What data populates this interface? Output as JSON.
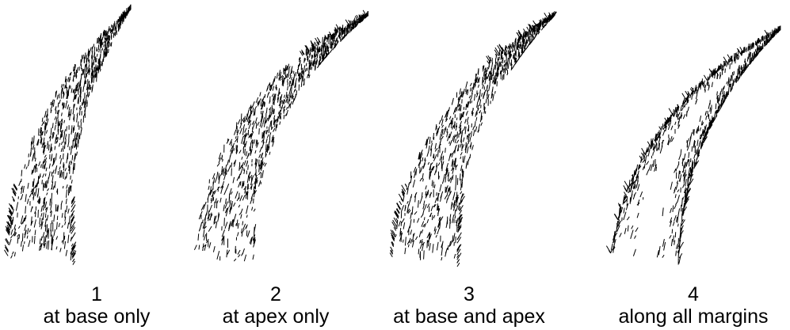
{
  "items": [
    {
      "number": "1",
      "label": "at base only"
    },
    {
      "number": "2",
      "label": "at apex only"
    },
    {
      "number": "3",
      "label": "at base and apex"
    },
    {
      "number": "4",
      "label": "along all margins"
    }
  ],
  "colors": {
    "ink": "#000000",
    "background": "#ffffff"
  }
}
